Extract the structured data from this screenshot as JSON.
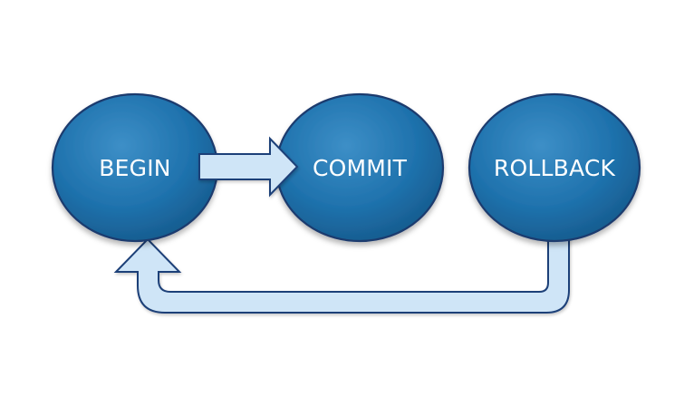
{
  "diagram": {
    "type": "flow",
    "colors": {
      "node_fill_light": "#3d8fc7",
      "node_fill": "#1f72ad",
      "node_fill_dark": "#165a8c",
      "node_stroke": "#1a3a6e",
      "arrow_fill": "#cfe5f7",
      "arrow_stroke": "#1e3f78",
      "label": "#ffffff"
    },
    "nodes": [
      {
        "id": "begin",
        "label": "BEGIN"
      },
      {
        "id": "commit",
        "label": "COMMIT"
      },
      {
        "id": "rollback",
        "label": "ROLLBACK"
      }
    ],
    "edges": [
      {
        "from": "begin",
        "to": "commit"
      },
      {
        "from": "rollback",
        "to": "begin"
      }
    ]
  }
}
